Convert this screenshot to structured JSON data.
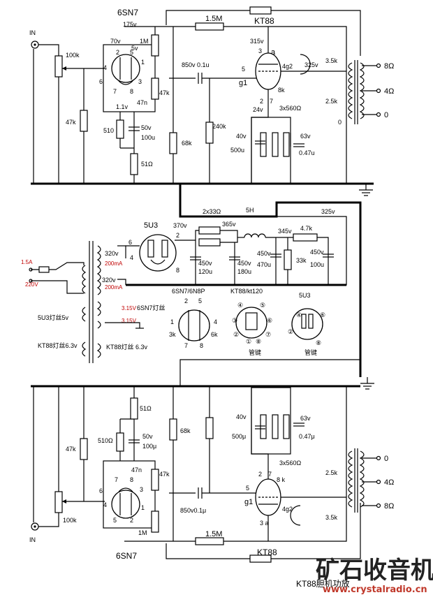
{
  "top": {
    "in_label": "IN",
    "driver_tube": "6SN7",
    "power_tube": "KT88",
    "v_175": "175v",
    "r_1m5": "1.5M",
    "v_70": "70v",
    "v_5": "5v",
    "r_1m": "1M",
    "pot": "100k",
    "r_47k_in": "47k",
    "r_47k_k": "47k",
    "c_47n": "47n",
    "v_1_1": "1.1v",
    "r_510": "510",
    "c_50v": "50v",
    "c_100u": "100u",
    "r_51": "51Ω",
    "c_850": "850v 0.1u",
    "g1": "g1",
    "pin5": "5",
    "r_240k": "240k",
    "r_68k": "68k",
    "v_315": "315v",
    "pin3a": "3",
    "a": "a",
    "pin4g2": "4g2",
    "v_325": "325v",
    "pin2": "2",
    "pin7": "7",
    "pin8k": "8k",
    "v_24": "24v",
    "r_3x560": "3x560Ω",
    "c_40v": "40v",
    "c_500u": "500u",
    "c_63v": "63v",
    "c_047": "0.47u",
    "r_3k5": "3.5k",
    "r_2k5": "2.5k",
    "zero": "0",
    "out_8": "8Ω",
    "out_4": "4Ω",
    "out_0": "0",
    "pins": {
      "p1": "1",
      "p2": "2",
      "p3": "3",
      "p4": "4",
      "p5": "5",
      "p6": "6",
      "p7": "7",
      "p8": "8"
    }
  },
  "psu": {
    "r_2x33": "2x33Ω",
    "choke": "5H",
    "v_325": "325v",
    "rect_tube": "5U3",
    "v_370": "370v",
    "r_365": "365v",
    "v_345": "345v",
    "r_4k7": "4.7k",
    "v_320a": "320v",
    "ma_200a": "200mA",
    "v_320b": "320v",
    "ma_200b": "200mA",
    "pin6": "6",
    "pin2": "2",
    "pin4": "4",
    "pin8": "8",
    "c_450_120": [
      "450v",
      "120u"
    ],
    "c_450_180": [
      "450v",
      "180u"
    ],
    "c_450_470": [
      "450v",
      "470u"
    ],
    "r_33k": "33k",
    "c_450_100": [
      "450v",
      "100u"
    ],
    "fuse": "1.5A",
    "mains": "220V",
    "heater_6sn7_a": "3.15V",
    "heater_6sn7_label": "6SN7灯丝",
    "heater_6sn7_b": "3.15V",
    "heater_5u3": "5U3灯丝5v",
    "heater_kt88_l": "KT88灯丝6.3v",
    "heater_kt88_r": "KT88灯丝 6.3v",
    "pinout_6sn7": "6SN7/6N8P",
    "pinout_kt88": "KT88/kt120",
    "pinout_5u3": "5U3",
    "pinout_nums": {
      "p1": "1",
      "p2": "2",
      "p3": "3k",
      "p4": "4",
      "p5": "5",
      "p6": "6k",
      "p7": "7",
      "p8": "8"
    },
    "circled": [
      "①",
      "②",
      "③",
      "④",
      "⑤",
      "⑥",
      "⑦",
      "⑧"
    ],
    "key": "管键"
  },
  "bottom": {
    "in_label": "IN",
    "driver_tube": "6SN7",
    "power_tube": "KT88",
    "r_51": "51Ω",
    "r_510": "510Ω",
    "c_50v": "50v",
    "c_100u": "100μ",
    "r_47k_in": "47k",
    "r_68k": "68k",
    "c_40v": "40v",
    "c_500u": "500μ",
    "c_63v": "63v",
    "c_047": "0.47μ",
    "r_3x560": "3x560Ω",
    "pin2": "2",
    "pin7": "7",
    "pin8k": "8 k",
    "pin5": "5",
    "g1": "g1",
    "pin3a": "3 a",
    "pin4g2": "4g2",
    "c_47n": "47n",
    "r_47k_k": "47k",
    "pot": "100k",
    "c_850": "850v0.1μ",
    "r_1m": "1M",
    "r_1m5": "1.5M",
    "r_2k5": "2.5k",
    "r_3k5": "3.5k",
    "out_0": "0",
    "out_4": "4Ω",
    "out_8": "8Ω",
    "pins": {
      "p1": "1",
      "p2": "2",
      "p3": "3",
      "p4": "4",
      "p5": "5",
      "p6": "6",
      "p7": "7",
      "p8": "8"
    }
  },
  "footer": {
    "title": "KT88胆机功放",
    "brand_cn": "矿石收音机",
    "brand_url": "www.crystalradio.cn"
  }
}
